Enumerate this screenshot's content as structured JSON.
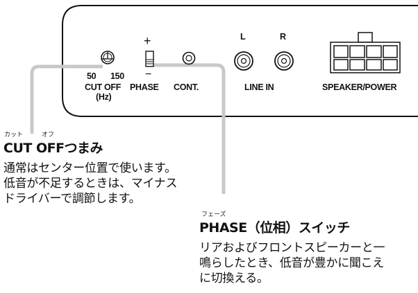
{
  "panel": {
    "plus": "+",
    "minus": "−",
    "freq_50": "50",
    "freq_150": "150",
    "cutoff": "CUT OFF",
    "hz": "(Hz)",
    "phase": "PHASE",
    "cont": "CONT.",
    "l": "L",
    "r": "R",
    "line_in": "LINE IN",
    "speaker_power": "SPEAKER/POWER"
  },
  "cutoff_section": {
    "ruby_katto": "カット",
    "ruby_ofu": "オフ",
    "heading": "CUT OFFつまみ",
    "lines": [
      "通常はセンター位置で使います。",
      "低音が不足するときは、マイナス",
      "ドライバーで調節します。"
    ]
  },
  "phase_section": {
    "ruby": "フェーズ",
    "heading": "PHASE（位相）スイッチ",
    "lines": [
      "リアおよびフロントスピーカーと一",
      "鳴らしたとき、低音が豊かに聞こえ",
      "に切換える。"
    ]
  },
  "colors": {
    "leader": "#c8c8c8",
    "ink": "#111111"
  }
}
